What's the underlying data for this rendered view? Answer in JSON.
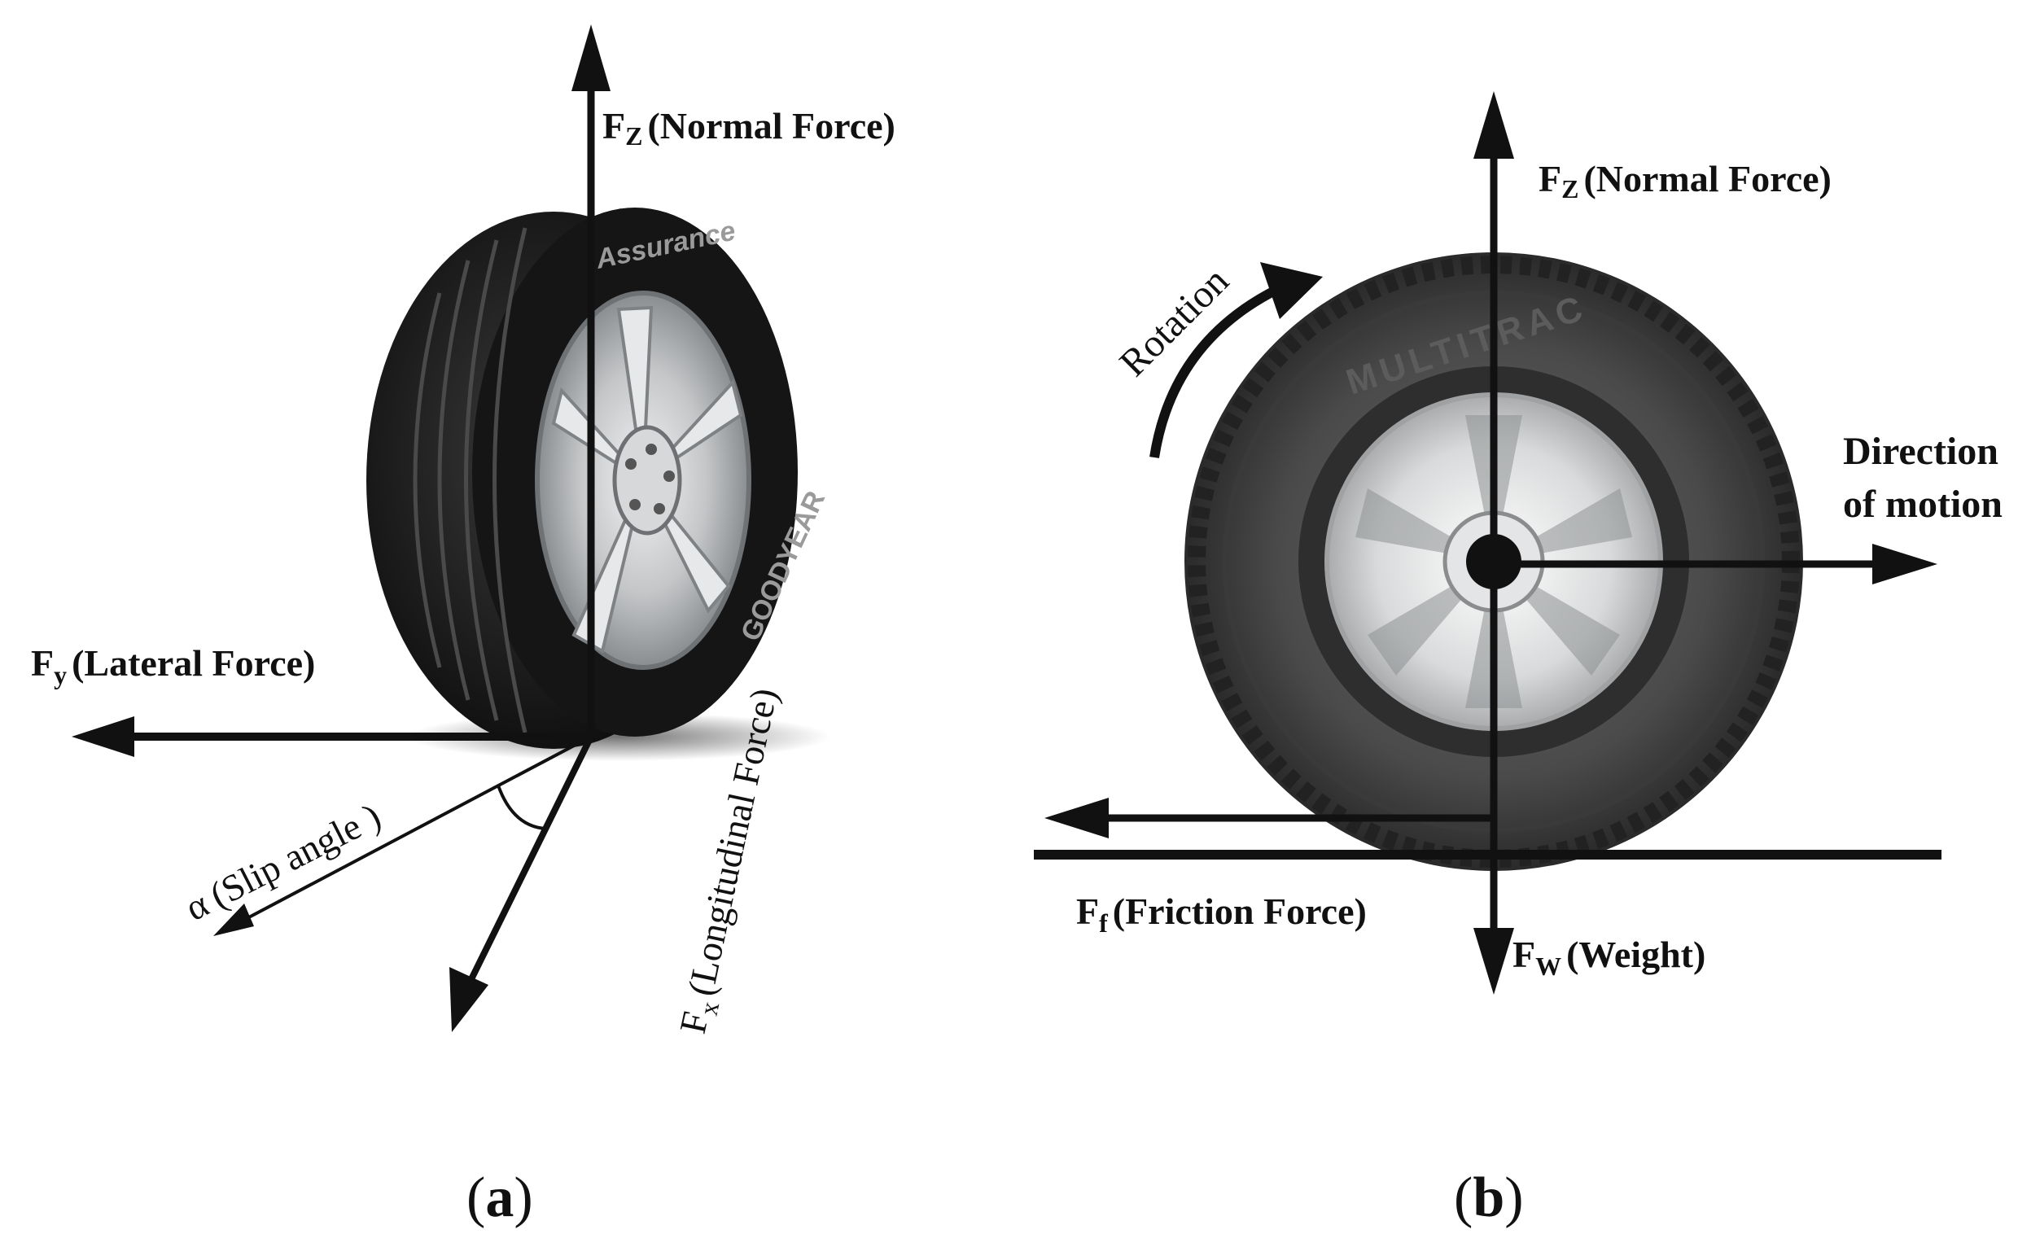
{
  "panel_a": {
    "caption_open": "(",
    "caption_letter": "a",
    "caption_close": ")",
    "normal_force": {
      "symbol": "F",
      "sub": "Z",
      "text": "(Normal Force)"
    },
    "lateral_force": {
      "symbol": "F",
      "sub": "y",
      "text": "(Lateral Force)"
    },
    "longitudinal_force": {
      "symbol": "F",
      "sub": "x",
      "text": "(Longitudinal Force)"
    },
    "slip_angle": {
      "symbol": "α",
      "text": "(Slip angle )"
    },
    "tire_brand": "GOODYEAR",
    "tire_model": "Assurance"
  },
  "panel_b": {
    "caption_open": "(",
    "caption_letter": "b",
    "caption_close": ")",
    "normal_force": {
      "symbol": "F",
      "sub": "Z",
      "text": "(Normal Force)"
    },
    "rotation": "Rotation",
    "direction_line1": "Direction",
    "direction_line2": "of motion",
    "friction_force": {
      "symbol": "F",
      "sub": "f",
      "text": "(Friction Force)"
    },
    "weight": {
      "symbol": "F",
      "sub": "W",
      "text": "(Weight)"
    },
    "tire_model": "MULTITRAC"
  },
  "colors": {
    "ink": "#111111",
    "tire": "#1c1c1c",
    "rim": "#c9cbcd"
  }
}
